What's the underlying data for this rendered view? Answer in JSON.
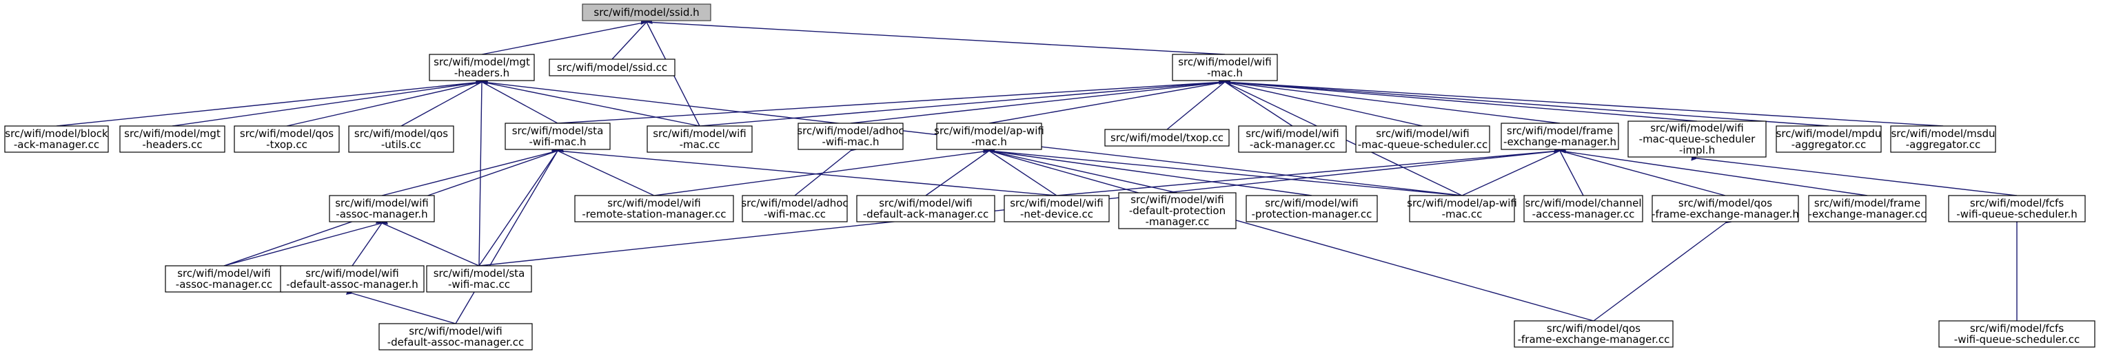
{
  "nodes": {
    "ssid_h": {
      "lines": [
        "src/wifi/model/ssid.h"
      ],
      "root": true
    },
    "mgt_headers_h": {
      "lines": [
        "src/wifi/model/mgt",
        "-headers.h"
      ]
    },
    "ssid_cc": {
      "lines": [
        "src/wifi/model/ssid.cc"
      ]
    },
    "wifi_mac_h": {
      "lines": [
        "src/wifi/model/wifi",
        "-mac.h"
      ]
    },
    "block_ack_manager_cc": {
      "lines": [
        "src/wifi/model/block",
        "-ack-manager.cc"
      ]
    },
    "mgt_headers_cc": {
      "lines": [
        "src/wifi/model/mgt",
        "-headers.cc"
      ]
    },
    "qos_txop_cc": {
      "lines": [
        "src/wifi/model/qos",
        "-txop.cc"
      ]
    },
    "qos_utils_cc": {
      "lines": [
        "src/wifi/model/qos",
        "-utils.cc"
      ]
    },
    "sta_wifi_mac_h": {
      "lines": [
        "src/wifi/model/sta",
        "-wifi-mac.h"
      ]
    },
    "wifi_mac_cc": {
      "lines": [
        "src/wifi/model/wifi",
        "-mac.cc"
      ]
    },
    "adhoc_wifi_mac_h": {
      "lines": [
        "src/wifi/model/adhoc",
        "-wifi-mac.h"
      ]
    },
    "ap_wifi_mac_h": {
      "lines": [
        "src/wifi/model/ap-wifi",
        "-mac.h"
      ]
    },
    "txop_cc": {
      "lines": [
        "src/wifi/model/txop.cc"
      ]
    },
    "wifi_ack_manager_cc": {
      "lines": [
        "src/wifi/model/wifi",
        "-ack-manager.cc"
      ]
    },
    "mac_queue_scheduler_cc": {
      "lines": [
        "src/wifi/model/wifi",
        "-mac-queue-scheduler.cc"
      ]
    },
    "frame_exchange_manager_h": {
      "lines": [
        "src/wifi/model/frame",
        "-exchange-manager.h"
      ]
    },
    "mac_queue_scheduler_impl_h": {
      "lines": [
        "src/wifi/model/wifi",
        "-mac-queue-scheduler",
        "-impl.h"
      ]
    },
    "mpdu_aggregator_cc": {
      "lines": [
        "src/wifi/model/mpdu",
        "-aggregator.cc"
      ]
    },
    "msdu_aggregator_cc": {
      "lines": [
        "src/wifi/model/msdu",
        "-aggregator.cc"
      ]
    },
    "assoc_manager_h": {
      "lines": [
        "src/wifi/model/wifi",
        "-assoc-manager.h"
      ]
    },
    "remote_station_manager_cc": {
      "lines": [
        "src/wifi/model/wifi",
        "-remote-station-manager.cc"
      ]
    },
    "adhoc_wifi_mac_cc": {
      "lines": [
        "src/wifi/model/adhoc",
        "-wifi-mac.cc"
      ]
    },
    "default_ack_manager_cc": {
      "lines": [
        "src/wifi/model/wifi",
        "-default-ack-manager.cc"
      ]
    },
    "wifi_net_device_cc": {
      "lines": [
        "src/wifi/model/wifi",
        "-net-device.cc"
      ]
    },
    "default_protection_manager_cc": {
      "lines": [
        "src/wifi/model/wifi",
        "-default-protection",
        "-manager.cc"
      ]
    },
    "protection_manager_cc": {
      "lines": [
        "src/wifi/model/wifi",
        "-protection-manager.cc"
      ]
    },
    "ap_wifi_mac_cc": {
      "lines": [
        "src/wifi/model/ap-wifi",
        "-mac.cc"
      ]
    },
    "channel_access_manager_cc": {
      "lines": [
        "src/wifi/model/channel",
        "-access-manager.cc"
      ]
    },
    "qos_fem_h": {
      "lines": [
        "src/wifi/model/qos",
        "-frame-exchange-manager.h"
      ]
    },
    "frame_exchange_manager_cc": {
      "lines": [
        "src/wifi/model/frame",
        "-exchange-manager.cc"
      ]
    },
    "fcfs_scheduler_h": {
      "lines": [
        "src/wifi/model/fcfs",
        "-wifi-queue-scheduler.h"
      ]
    },
    "wifi_assoc_manager_cc": {
      "lines": [
        "src/wifi/model/wifi",
        "-assoc-manager.cc"
      ]
    },
    "default_assoc_manager_h": {
      "lines": [
        "src/wifi/model/wifi",
        "-default-assoc-manager.h"
      ]
    },
    "sta_wifi_mac_cc": {
      "lines": [
        "src/wifi/model/sta",
        "-wifi-mac.cc"
      ]
    },
    "qos_fem_cc": {
      "lines": [
        "src/wifi/model/qos",
        "-frame-exchange-manager.cc"
      ]
    },
    "fcfs_scheduler_cc": {
      "lines": [
        "src/wifi/model/fcfs",
        "-wifi-queue-scheduler.cc"
      ]
    },
    "default_assoc_manager_cc": {
      "lines": [
        "src/wifi/model/wifi",
        "-default-assoc-manager.cc"
      ]
    }
  },
  "edges": [
    [
      "ssid_h",
      "mgt_headers_h"
    ],
    [
      "ssid_h",
      "ssid_cc"
    ],
    [
      "ssid_h",
      "wifi_mac_h"
    ],
    [
      "ssid_h",
      "wifi_mac_cc"
    ],
    [
      "mgt_headers_h",
      "block_ack_manager_cc"
    ],
    [
      "mgt_headers_h",
      "mgt_headers_cc"
    ],
    [
      "mgt_headers_h",
      "qos_txop_cc"
    ],
    [
      "mgt_headers_h",
      "qos_utils_cc"
    ],
    [
      "mgt_headers_h",
      "sta_wifi_mac_h"
    ],
    [
      "mgt_headers_h",
      "wifi_mac_cc"
    ],
    [
      "mgt_headers_h",
      "sta_wifi_mac_cc"
    ],
    [
      "mgt_headers_h",
      "ap_wifi_mac_cc"
    ],
    [
      "wifi_mac_h",
      "sta_wifi_mac_h"
    ],
    [
      "wifi_mac_h",
      "wifi_mac_cc"
    ],
    [
      "wifi_mac_h",
      "adhoc_wifi_mac_h"
    ],
    [
      "wifi_mac_h",
      "ap_wifi_mac_h"
    ],
    [
      "wifi_mac_h",
      "txop_cc"
    ],
    [
      "wifi_mac_h",
      "wifi_ack_manager_cc"
    ],
    [
      "wifi_mac_h",
      "mac_queue_scheduler_cc"
    ],
    [
      "wifi_mac_h",
      "frame_exchange_manager_h"
    ],
    [
      "wifi_mac_h",
      "mac_queue_scheduler_impl_h"
    ],
    [
      "wifi_mac_h",
      "mpdu_aggregator_cc"
    ],
    [
      "wifi_mac_h",
      "msdu_aggregator_cc"
    ],
    [
      "wifi_mac_h",
      "ap_wifi_mac_cc"
    ],
    [
      "sta_wifi_mac_h",
      "assoc_manager_h"
    ],
    [
      "sta_wifi_mac_h",
      "remote_station_manager_cc"
    ],
    [
      "sta_wifi_mac_h",
      "wifi_assoc_manager_cc"
    ],
    [
      "sta_wifi_mac_h",
      "sta_wifi_mac_cc"
    ],
    [
      "sta_wifi_mac_h",
      "default_assoc_manager_cc"
    ],
    [
      "sta_wifi_mac_h",
      "wifi_net_device_cc"
    ],
    [
      "adhoc_wifi_mac_h",
      "adhoc_wifi_mac_cc"
    ],
    [
      "ap_wifi_mac_h",
      "remote_station_manager_cc"
    ],
    [
      "ap_wifi_mac_h",
      "default_ack_manager_cc"
    ],
    [
      "ap_wifi_mac_h",
      "wifi_net_device_cc"
    ],
    [
      "ap_wifi_mac_h",
      "default_protection_manager_cc"
    ],
    [
      "ap_wifi_mac_h",
      "protection_manager_cc"
    ],
    [
      "ap_wifi_mac_h",
      "ap_wifi_mac_cc"
    ],
    [
      "ap_wifi_mac_h",
      "qos_fem_cc"
    ],
    [
      "frame_exchange_manager_h",
      "wifi_net_device_cc"
    ],
    [
      "frame_exchange_manager_h",
      "ap_wifi_mac_cc"
    ],
    [
      "frame_exchange_manager_h",
      "channel_access_manager_cc"
    ],
    [
      "frame_exchange_manager_h",
      "qos_fem_h"
    ],
    [
      "frame_exchange_manager_h",
      "frame_exchange_manager_cc"
    ],
    [
      "frame_exchange_manager_h",
      "sta_wifi_mac_cc"
    ],
    [
      "mac_queue_scheduler_impl_h",
      "fcfs_scheduler_h"
    ],
    [
      "assoc_manager_h",
      "wifi_assoc_manager_cc"
    ],
    [
      "assoc_manager_h",
      "default_assoc_manager_h"
    ],
    [
      "assoc_manager_h",
      "sta_wifi_mac_cc"
    ],
    [
      "default_assoc_manager_h",
      "default_assoc_manager_cc"
    ],
    [
      "qos_fem_h",
      "qos_fem_cc"
    ],
    [
      "fcfs_scheduler_h",
      "fcfs_scheduler_cc"
    ]
  ],
  "colors": {
    "edge": "#191970",
    "root_fill": "#bfbfbf",
    "node_fill": "#ffffff"
  }
}
